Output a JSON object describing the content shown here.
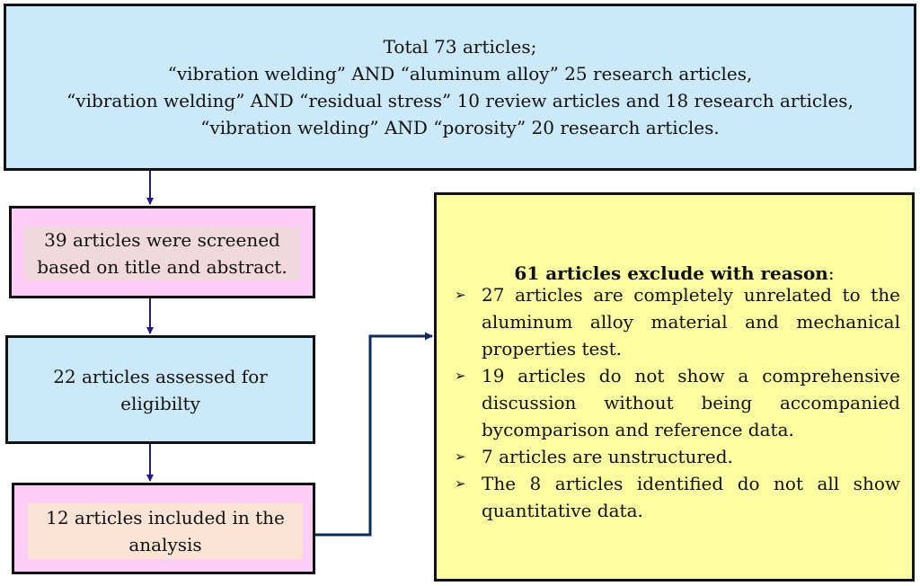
{
  "top_box": {
    "lines": [
      "Total 73 articles;",
      "“vibration welding” AND “aluminum alloy” 25 research articles,",
      "“vibration welding” AND “residual stress” 10 review articles and 18 research articles,",
      "“vibration welding” AND “porosity” 20 research articles."
    ]
  },
  "screen_box": {
    "lines": [
      "39 articles were screened",
      "based on title and abstract."
    ]
  },
  "assess_box": {
    "lines": [
      "22 articles assessed for",
      "eligibilty"
    ]
  },
  "included_box": {
    "lines": [
      "12 articles included in the",
      "analysis"
    ]
  },
  "exclude_box": {
    "title_bold": "61 articles exclude with reason",
    "title_suffix": ":",
    "bullet_glyph": "➢",
    "reasons": [
      "27 articles are completely unrelated to the aluminum alloy material and mechanical properties test.",
      "19 articles do not show a comprehensive discussion without being accompanied bycomparison and reference data.",
      "7 articles are unstructured.",
      "The 8 articles identified do not all show quantitative data."
    ]
  },
  "colors": {
    "light_blue": "#cce9fa",
    "pink": "#fccdf7",
    "screen_inner": "#f0d8dc",
    "included_inner": "#fbe4d6",
    "yellow": "#fdfda2",
    "arrow": "#1e1a8c",
    "connector": "#0f2a5e"
  }
}
